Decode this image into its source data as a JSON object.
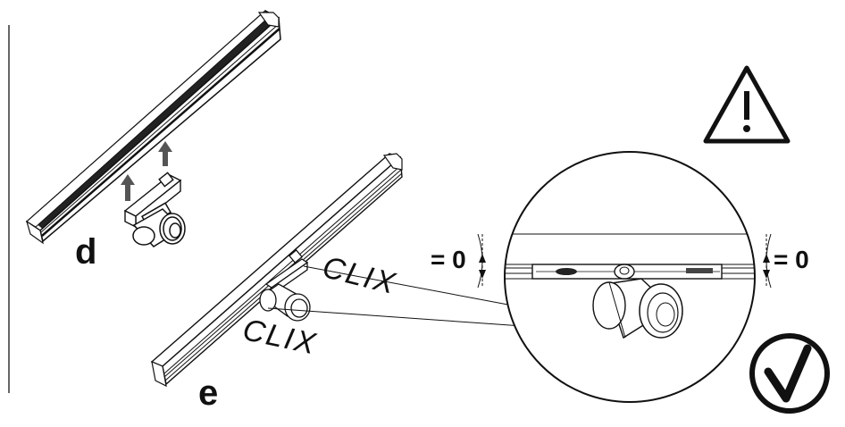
{
  "labels": {
    "step_d": "d",
    "step_e": "e",
    "clix_top": "CLIX",
    "clix_bottom": "CLIX",
    "zero_left": "= 0",
    "zero_right": "= 0"
  },
  "icons": {
    "warning": "warning-triangle-icon",
    "check": "checkmark-circle-icon",
    "arrow": "up-arrow-icon"
  },
  "colors": {
    "line": "#111111",
    "gray": "#555555",
    "background": "#ffffff"
  }
}
